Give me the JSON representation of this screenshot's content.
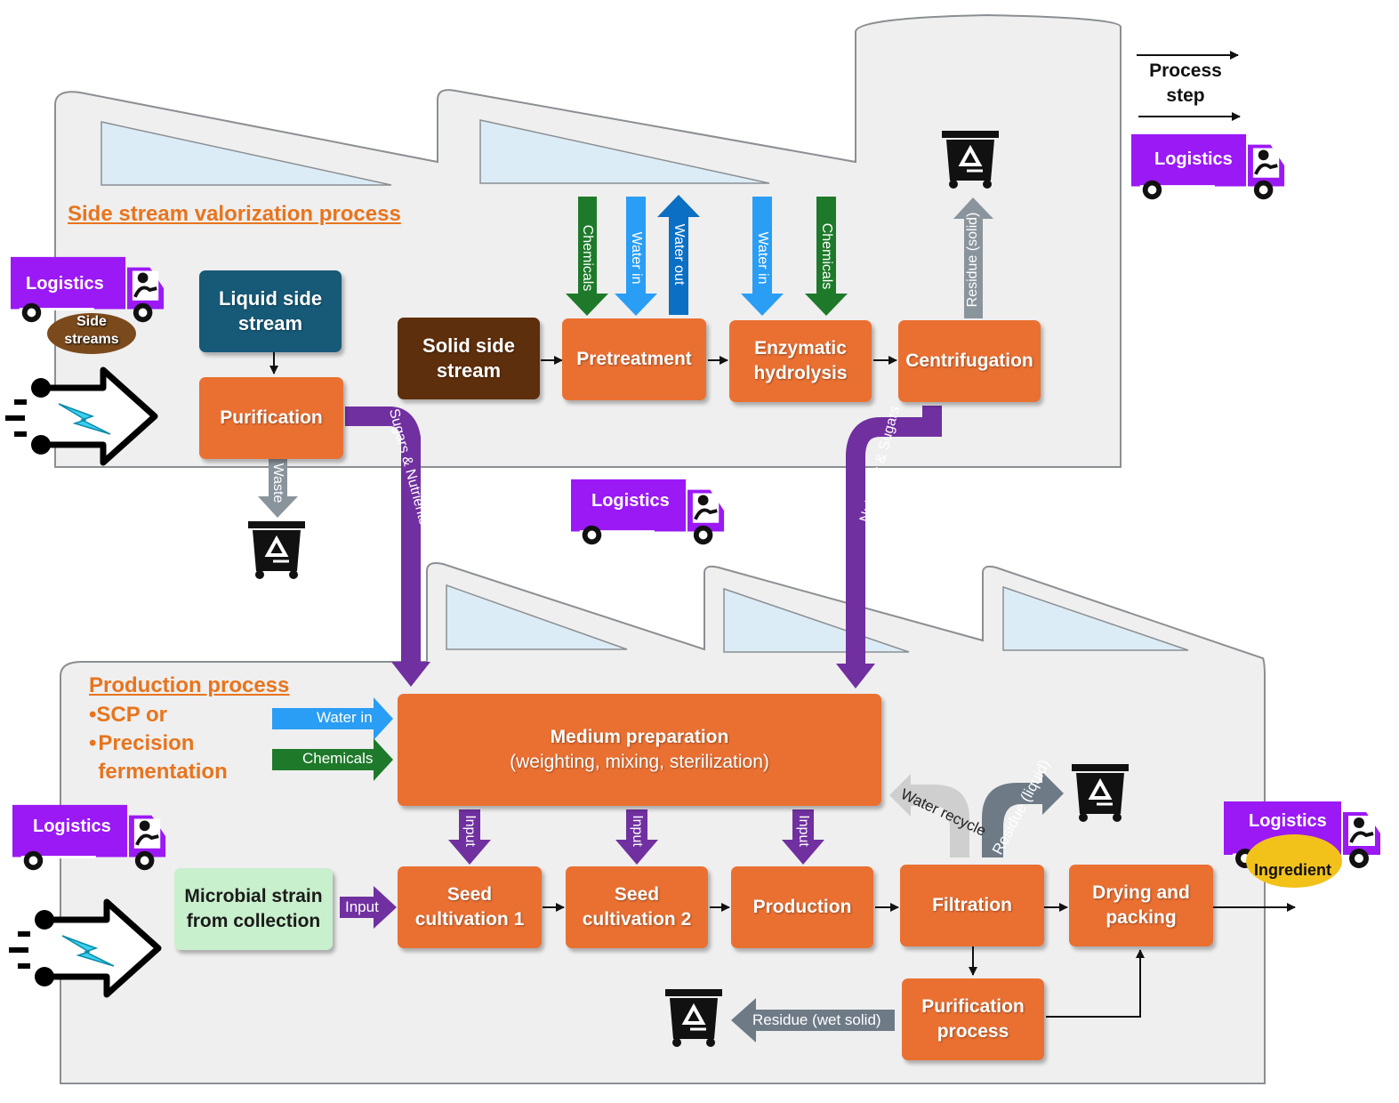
{
  "legend": {
    "process_step": "Process step",
    "logistics": "Logistics"
  },
  "sections": {
    "side_stream_title": "Side stream valorization process",
    "production_title": "Production process",
    "production_bullets": [
      "SCP or",
      "Precision fermentation"
    ]
  },
  "boxes": {
    "liquid_side_stream": "Liquid side stream",
    "solid_side_stream": "Solid side stream",
    "purification": "Purification",
    "pretreatment": "Pretreatment",
    "enzymatic_hydrolysis": "Enzymatic hydrolysis",
    "centrifugation": "Centrifugation",
    "medium_preparation": "Medium preparation",
    "medium_preparation_detail": "(weighting, mixing, sterilization)",
    "microbial_strain": "Microbial strain from collection",
    "seed_cultivation_1": "Seed cultivation 1",
    "seed_cultivation_2": "Seed cultivation 2",
    "production": "Production",
    "filtration": "Filtration",
    "drying_packing": "Drying and packing",
    "purification_process": "Purification process"
  },
  "flows": {
    "chemicals": "Chemicals",
    "water_in": "Water in",
    "water_out": "Water out",
    "residue_solid": "Residue (solid)",
    "waste": "Waste",
    "sugars_nutrients": "Sugars & Nutrients",
    "nutrients_sugars": "Nutrients & Sugars",
    "input": "Input",
    "water_recycle": "Water recycle",
    "residue_liquid": "Residue (liquid)",
    "residue_wet_solid": "Residue (wet solid)"
  },
  "trucks": {
    "logistics": "Logistics",
    "side_streams": "Side streams",
    "ingredient": "Ingredient"
  },
  "colors": {
    "process_box": "#ea7032",
    "liquid_stream": "#165a78",
    "solid_stream": "#5e2f0c",
    "strain_box": "#c9f0cd",
    "purple_flow": "#7030a0",
    "truck": "#9b19f5",
    "chemicals_arrow": "#1e7a2a",
    "water_in_arrow": "#2a9df4",
    "water_out_arrow": "#0b6fc4",
    "residue_arrow": "#8a949c",
    "title_orange": "#e8741d"
  }
}
